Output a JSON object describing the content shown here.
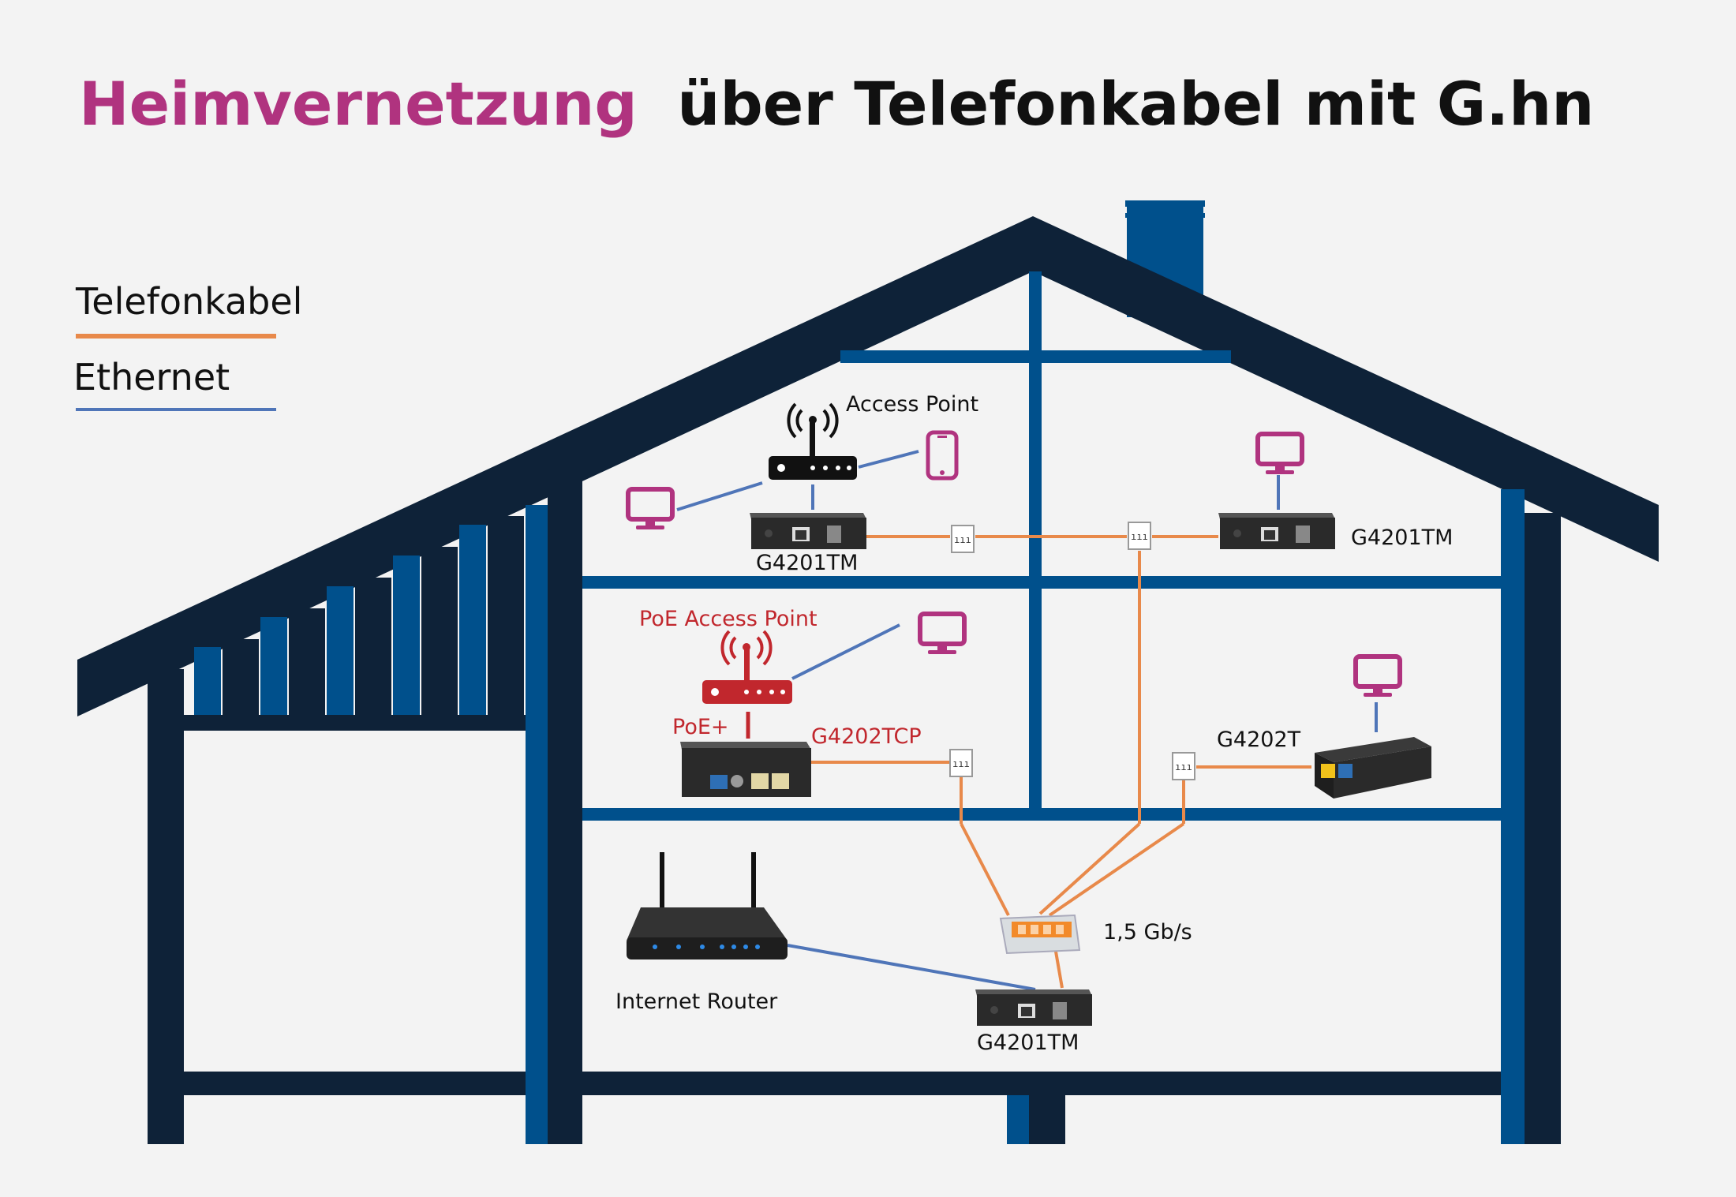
{
  "title": {
    "highlight": "Heimvernetzung",
    "rest": "über Telefonkabel mit G.hn"
  },
  "legend": {
    "telephone": "Telefonkabel",
    "ethernet": "Ethernet"
  },
  "devices": {
    "access_point": "Access Point",
    "modem_top_left": "G4201TM",
    "modem_top_right": "G4201TM",
    "poe_access_point": "PoE Access Point",
    "poe_plus": "PoE+",
    "modem_poe": "G4202TCP",
    "modem_mid_right": "G4202T",
    "internet_router": "Internet Router",
    "speed": "1,5 Gb/s",
    "modem_bottom": "G4201TM"
  },
  "colors": {
    "title_accent": "#b0337f",
    "telephone_cable": "#e8894a",
    "ethernet_cable": "#4f75b8",
    "house_dark": "#0e2238",
    "house_blue": "#00508c",
    "screen_magenta": "#b0337f",
    "poe_red": "#c1272d",
    "device_dark": "#2a2a2a"
  }
}
